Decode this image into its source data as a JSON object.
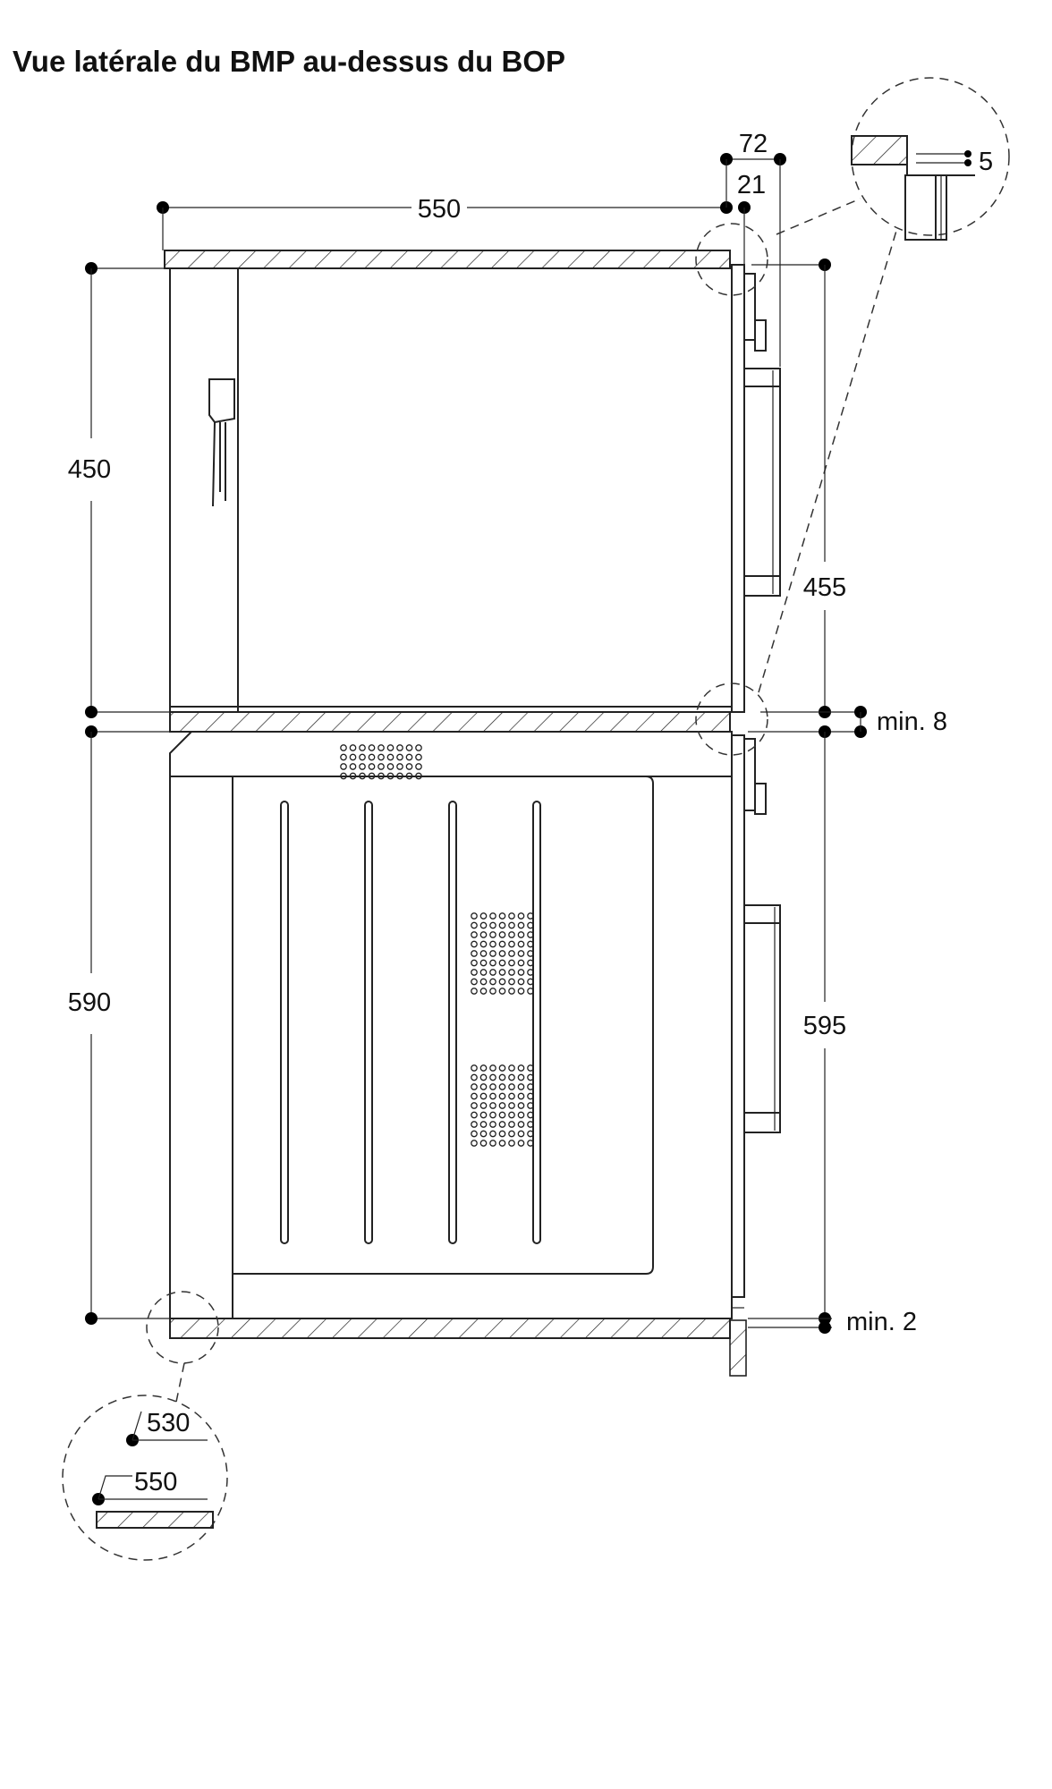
{
  "title": "Vue latérale du BMP au-dessus du BOP",
  "dimensions": {
    "top_depth": "550",
    "front_72": "72",
    "front_21": "21",
    "detail_5": "5",
    "upper_height": "450",
    "upper_front_height": "455",
    "gap_min_8": "min. 8",
    "lower_height": "590",
    "lower_front_height": "595",
    "bottom_min_2": "min. 2",
    "detail_530": "530",
    "detail_550": "550"
  },
  "colors": {
    "line": "#222222",
    "text": "#111111",
    "background": "#ffffff"
  }
}
